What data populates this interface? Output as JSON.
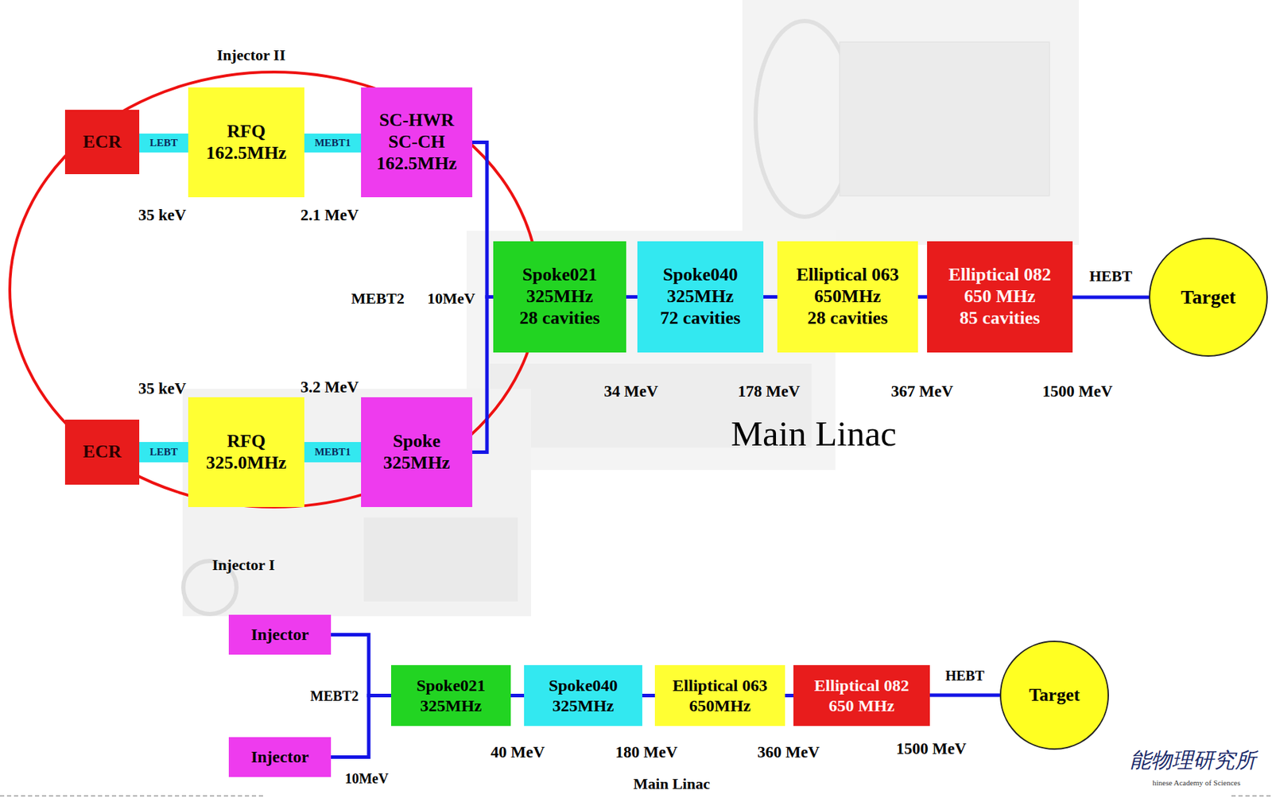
{
  "diagram": {
    "nodes": [
      {
        "text": [
          "ECR"
        ]
      },
      {
        "text": [
          "LEBT"
        ]
      },
      {
        "text": [
          "RFQ",
          "162.5MHz"
        ]
      },
      {
        "text": [
          "MEBT1"
        ]
      },
      {
        "text": [
          "SC-HWR",
          "SC-CH",
          "162.5MHz"
        ]
      },
      {
        "text": [
          "ECR"
        ]
      },
      {
        "text": [
          "LEBT"
        ]
      },
      {
        "text": [
          "RFQ",
          "325.0MHz"
        ]
      },
      {
        "text": [
          "MEBT1"
        ]
      },
      {
        "text": [
          "Spoke",
          "325MHz"
        ]
      },
      {
        "text": [
          "Spoke021",
          "325MHz",
          "28 cavities"
        ]
      },
      {
        "text": [
          "Spoke040",
          "325MHz",
          "72 cavities"
        ]
      },
      {
        "text": [
          "Elliptical 063",
          "650MHz",
          "28 cavities"
        ]
      },
      {
        "text": [
          "Elliptical 082",
          "650 MHz",
          "85 cavities"
        ]
      },
      {
        "text": [
          "Target"
        ]
      },
      {
        "text": [
          "Injector"
        ]
      },
      {
        "text": [
          "Injector"
        ]
      },
      {
        "text": [
          "Spoke021",
          "325MHz"
        ]
      },
      {
        "text": [
          "Spoke040",
          "325MHz"
        ]
      },
      {
        "text": [
          "Elliptical 063",
          "650MHz"
        ]
      },
      {
        "text": [
          "Elliptical 082",
          "650 MHz"
        ]
      },
      {
        "text": [
          "Target"
        ]
      }
    ],
    "edges": [
      {
        "from": 4,
        "to": 10,
        "arrow": "none"
      },
      {
        "from": 9,
        "to": 10,
        "arrow": "none"
      },
      {
        "from": 10,
        "to": 11,
        "arrow": "none"
      },
      {
        "from": 11,
        "to": 12,
        "arrow": "none"
      },
      {
        "from": 12,
        "to": 13,
        "arrow": "none"
      },
      {
        "from": 13,
        "to": 14,
        "label": "HEBT",
        "arrow": "none"
      },
      {
        "from": 15,
        "to": 17,
        "arrow": "none"
      },
      {
        "from": 16,
        "to": 17,
        "arrow": "none"
      },
      {
        "from": 17,
        "to": 18,
        "arrow": "none"
      },
      {
        "from": 18,
        "to": 19,
        "arrow": "none"
      },
      {
        "from": 19,
        "to": 20,
        "arrow": "none"
      },
      {
        "from": 20,
        "to": 21,
        "label": "HEBT",
        "arrow": "none"
      }
    ],
    "labels": [
      "Injector II",
      "35 keV",
      "2.1 MeV",
      "MEBT2",
      "10MeV",
      "35 keV",
      "3.2 MeV",
      "34 MeV",
      "178 MeV",
      "367 MeV",
      "1500 MeV",
      "Main Linac",
      "Injector I",
      "MEBT2",
      "10MeV",
      "40 MeV",
      "180 MeV",
      "360 MeV",
      "1500 MeV",
      "Main Linac",
      "能物理研究所",
      "hinese Academy of Sciences"
    ]
  }
}
